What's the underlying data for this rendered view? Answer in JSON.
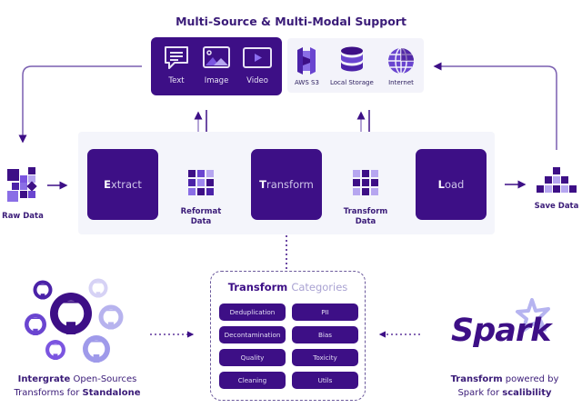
{
  "title": "Multi-Source & Multi-Modal Support",
  "modalities": [
    {
      "label": "Text",
      "icon": "text-message-icon"
    },
    {
      "label": "Image",
      "icon": "image-icon"
    },
    {
      "label": "Video",
      "icon": "video-icon"
    }
  ],
  "sources": [
    {
      "label": "AWS S3",
      "icon": "aws-s3-icon"
    },
    {
      "label": "Local Storage",
      "icon": "database-icon"
    },
    {
      "label": "Internet",
      "icon": "globe-icon"
    }
  ],
  "pipeline": {
    "raw_data": "Raw Data",
    "extract": {
      "first": "E",
      "rest": "xtract"
    },
    "reformat_data": [
      "Reformat",
      "Data"
    ],
    "transform": {
      "first": "T",
      "rest": "ransform"
    },
    "transform_data": [
      "Transform",
      "Data"
    ],
    "load": {
      "first": "L",
      "rest": "oad"
    },
    "save_data": "Save Data"
  },
  "transform_categories": {
    "title_bold": "Transform",
    "title_light": "Categories",
    "items": [
      "Deduplication",
      "PII",
      "Decontamination",
      "Bias",
      "Quality",
      "Toxicity",
      "Cleaning",
      "Utils"
    ]
  },
  "open_source": {
    "line1_bold": "Intergrate",
    "line1_rest": " Open-Sources",
    "line2_rest": "Transforms for ",
    "line2_bold": "Standalone"
  },
  "spark": {
    "logo_text": "Spark",
    "line1_bold": "Transform",
    "line1_rest": " powered by",
    "line2_rest": "Spark for ",
    "line2_bold": "scalibility"
  },
  "colors": {
    "primary": "#3d0f86",
    "light_purple": "#a9a2d2",
    "mid_purple": "#7b55e0",
    "band_bg": "#f4f5fb"
  }
}
